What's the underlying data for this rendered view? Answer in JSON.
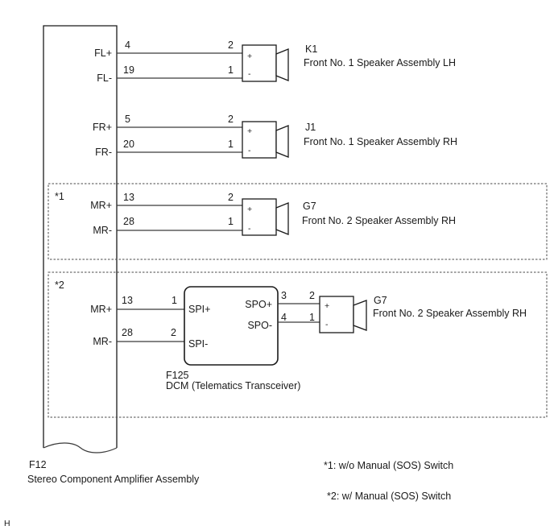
{
  "amplifier": {
    "code": "F12",
    "name": "Stereo Component Amplifier Assembly"
  },
  "dcm": {
    "code": "F125",
    "name": "DCM (Telematics Transceiver)"
  },
  "notes": {
    "mark1": "*1",
    "mark2": "*2",
    "note1": "*1: w/o Manual (SOS) Switch",
    "note2": "*2: w/ Manual (SOS) Switch"
  },
  "corner_mark": "H",
  "speakers": [
    {
      "code": "K1",
      "name": "Front No. 1 Speaker Assembly LH",
      "plus": "+",
      "minus": "-"
    },
    {
      "code": "J1",
      "name": "Front No. 1 Speaker Assembly RH",
      "plus": "+",
      "minus": "-"
    },
    {
      "code": "G7",
      "name": "Front No. 2 Speaker Assembly RH",
      "plus": "+",
      "minus": "-"
    },
    {
      "code": "G7",
      "name": "Front No. 2 Speaker Assembly RH",
      "plus": "+",
      "minus": "-"
    }
  ],
  "wires": [
    {
      "signal": "FL+",
      "amp_pin": "4",
      "dest_pin": "2"
    },
    {
      "signal": "FL-",
      "amp_pin": "19",
      "dest_pin": "1"
    },
    {
      "signal": "FR+",
      "amp_pin": "5",
      "dest_pin": "2"
    },
    {
      "signal": "FR-",
      "amp_pin": "20",
      "dest_pin": "1"
    },
    {
      "signal": "MR+",
      "amp_pin": "13",
      "dest_pin": "2"
    },
    {
      "signal": "MR-",
      "amp_pin": "28",
      "dest_pin": "1"
    },
    {
      "signal": "MR+",
      "amp_pin": "13",
      "dest_pin": "1"
    },
    {
      "signal": "MR-",
      "amp_pin": "28",
      "dest_pin": "2"
    }
  ],
  "dcm_terminals": {
    "spi_plus": "SPI+",
    "spi_minus": "SPI-",
    "spo_plus": "SPO+",
    "spo_minus": "SPO-",
    "spo_plus_pin": "3",
    "spo_minus_pin": "4",
    "spk_plus_pin": "2",
    "spk_minus_pin": "1"
  }
}
